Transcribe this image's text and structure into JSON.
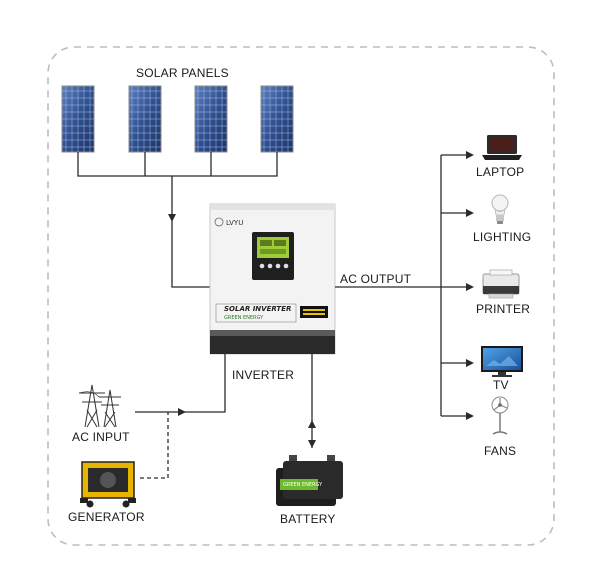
{
  "labels": {
    "solar_panels": "SOLAR PANELS",
    "inverter": "INVERTER",
    "ac_output": "AC OUTPUT",
    "ac_input": "AC INPUT",
    "generator": "GENERATOR",
    "battery": "BATTERY",
    "laptop": "LAPTOP",
    "lighting": "LIGHTING",
    "printer": "PRINTER",
    "tv": "TV",
    "fans": "FANS"
  },
  "inverter_unit": {
    "brand": "LVYU",
    "title": "SOLAR INVERTER",
    "subtitle": "GREEN ENERGY"
  },
  "battery_unit": {
    "brand": "GREEN ENERGY"
  },
  "colors": {
    "line": "#2b2b2b",
    "frame": "#bdbdbd",
    "panel": "#2f4f8f",
    "inverter_body": "#f2f2f2",
    "inverter_base": "#2a2a2a",
    "lcd": "#9ccc3a",
    "battery_label": "#6dbb2d",
    "generator": "#e8b400"
  },
  "icons": [
    "solar-panel-icon",
    "inverter-icon",
    "transmission-tower-icon",
    "generator-icon",
    "battery-icon",
    "laptop-icon",
    "light-bulb-icon",
    "printer-icon",
    "tv-icon",
    "fan-icon"
  ]
}
